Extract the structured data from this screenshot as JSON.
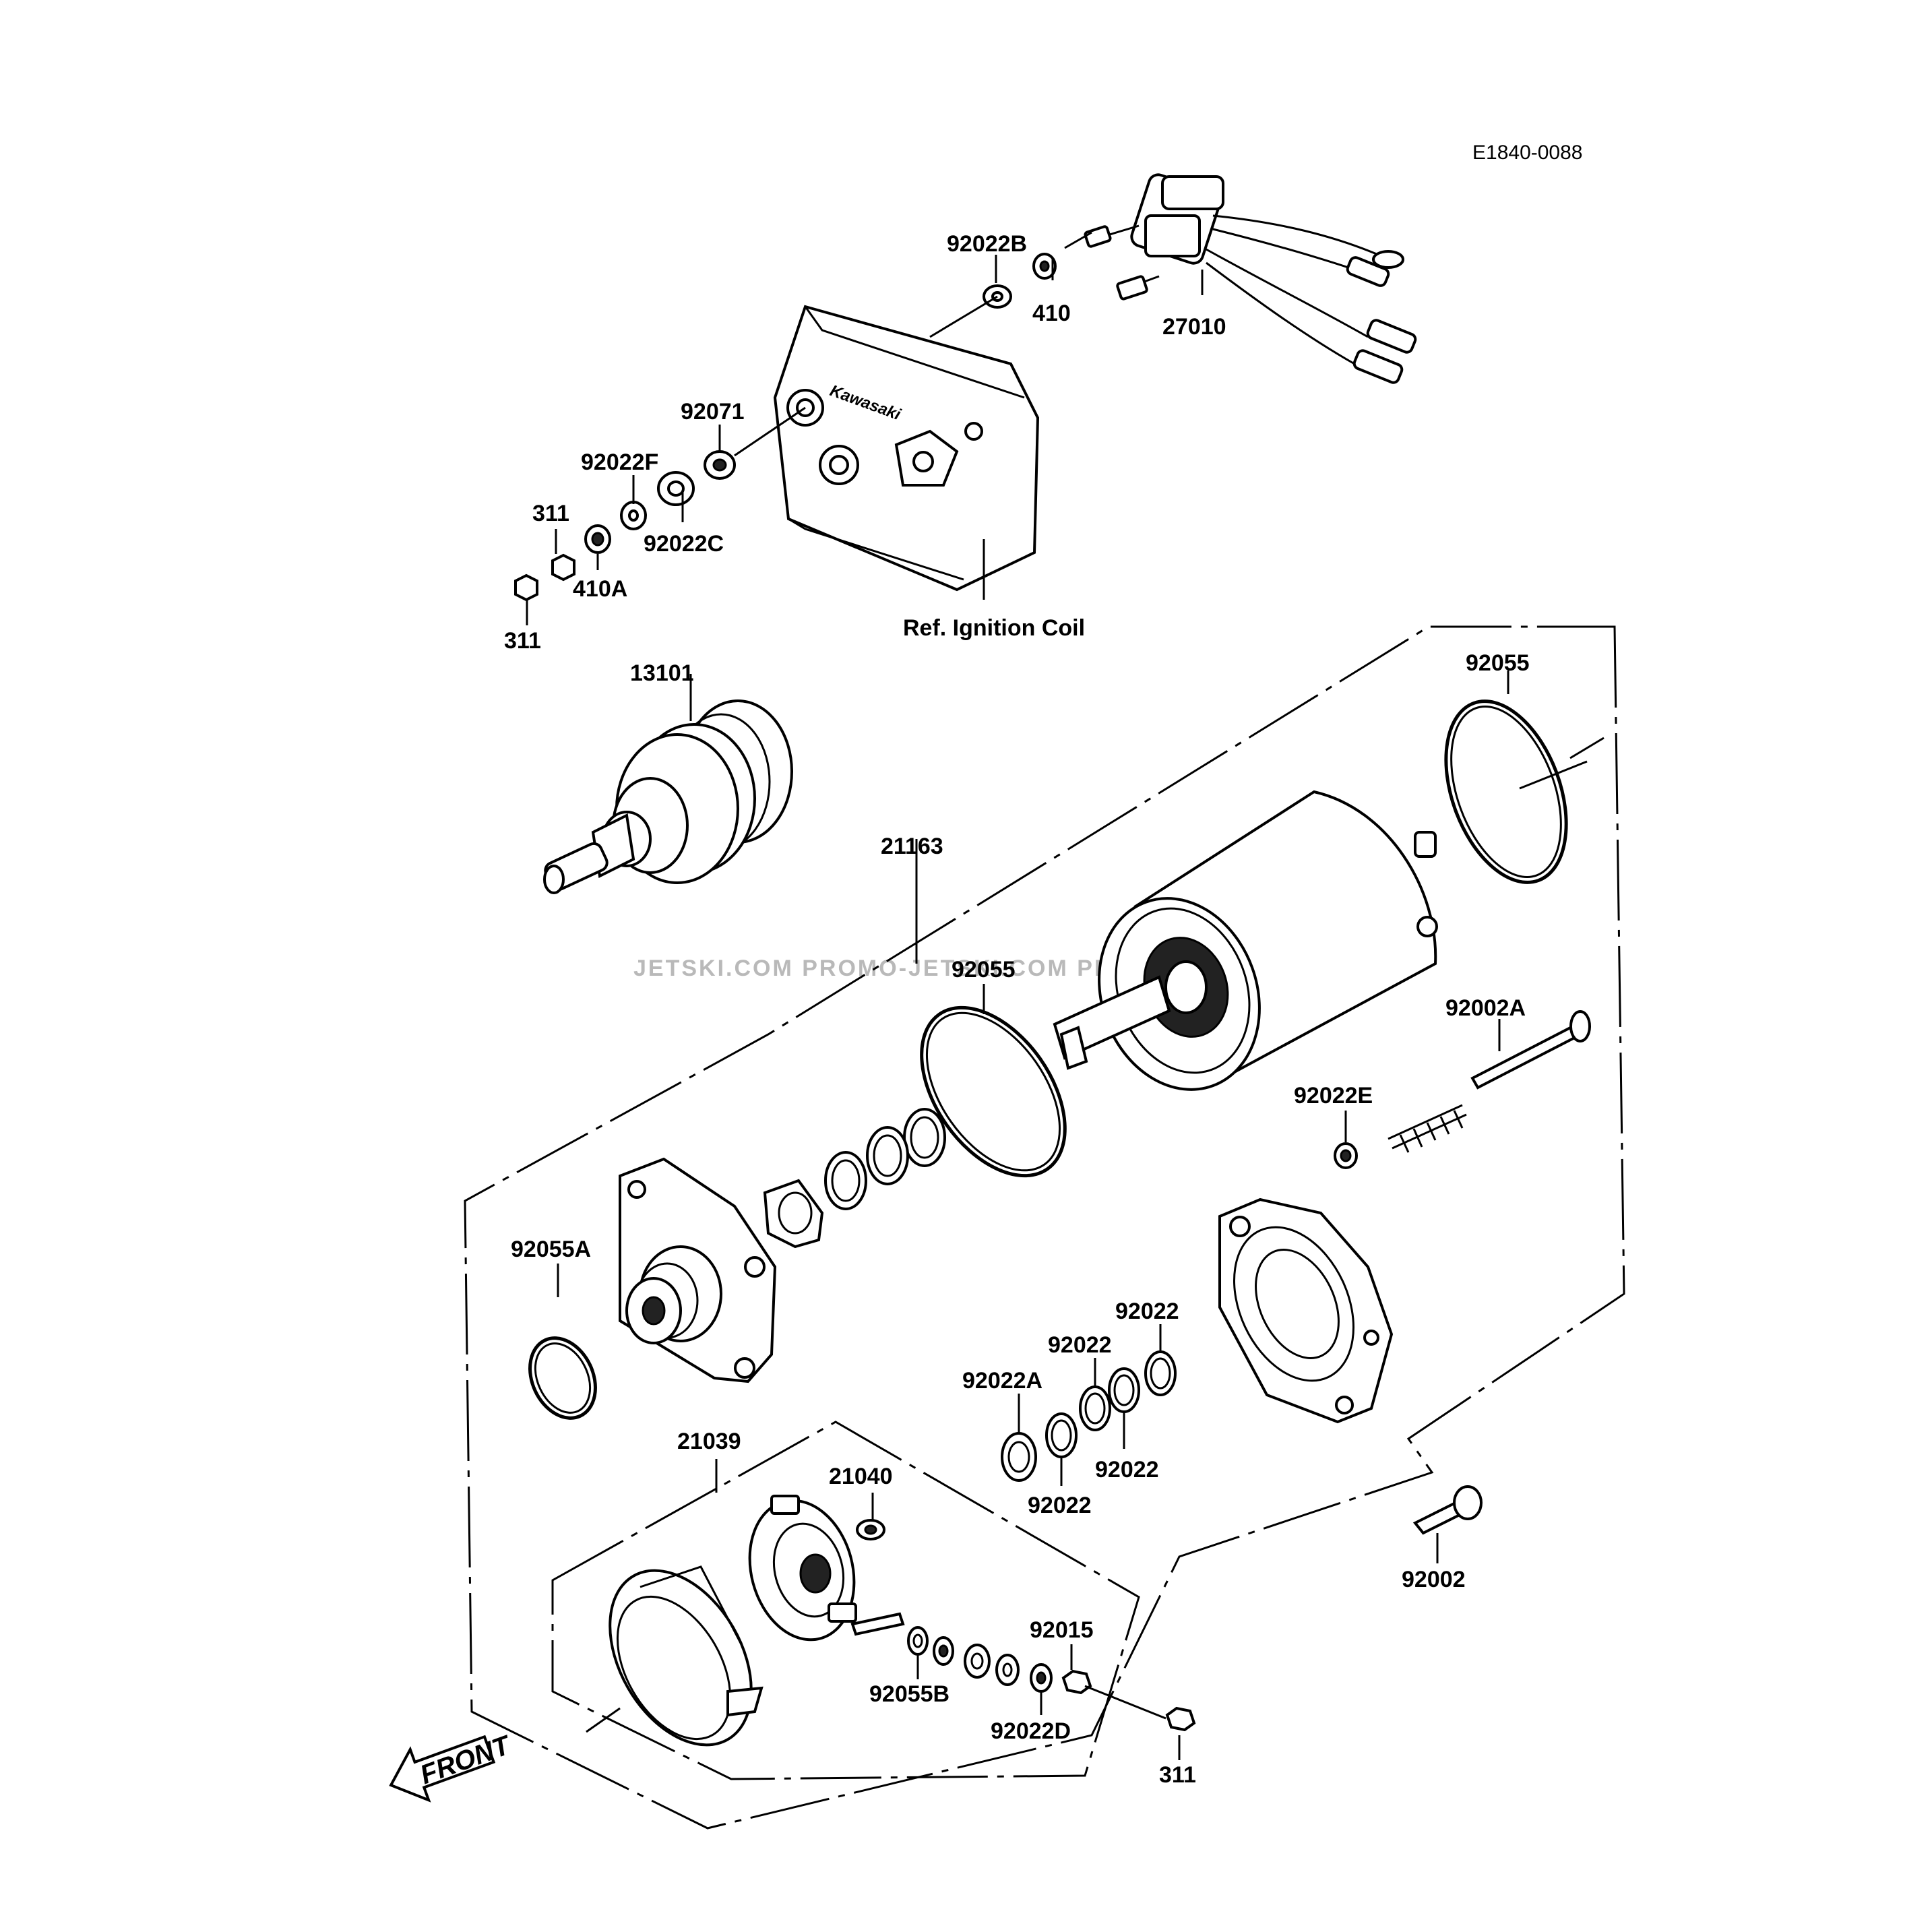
{
  "drawing_code": "E1840-0088",
  "reference_note": "Ref. Ignition Coil",
  "front_marker": "FRONT",
  "watermark": "JETSKI.COM  PROMO-JETSKI.COM  PROMO-JETSKI.COM",
  "cover_brand": "Kawasaki",
  "part_labels": {
    "p92022B": "92022B",
    "p410": "410",
    "p27010": "27010",
    "p92071": "92071",
    "p92022F": "92022F",
    "p311a": "311",
    "p92022C": "92022C",
    "p410A": "410A",
    "p311b": "311",
    "p13101": "13101",
    "p92055a": "92055",
    "p21163": "21163",
    "p92055b": "92055",
    "p92002A": "92002A",
    "p92022E": "92022E",
    "p92055A": "92055A",
    "p92022a": "92022",
    "p92022b": "92022",
    "p92022A": "92022A",
    "p92022c": "92022",
    "p92022d": "92022",
    "p21039": "21039",
    "p21040": "21040",
    "p92002": "92002",
    "p92015": "92015",
    "p92055B": "92055B",
    "p92022D": "92022D",
    "p311c": "311"
  }
}
